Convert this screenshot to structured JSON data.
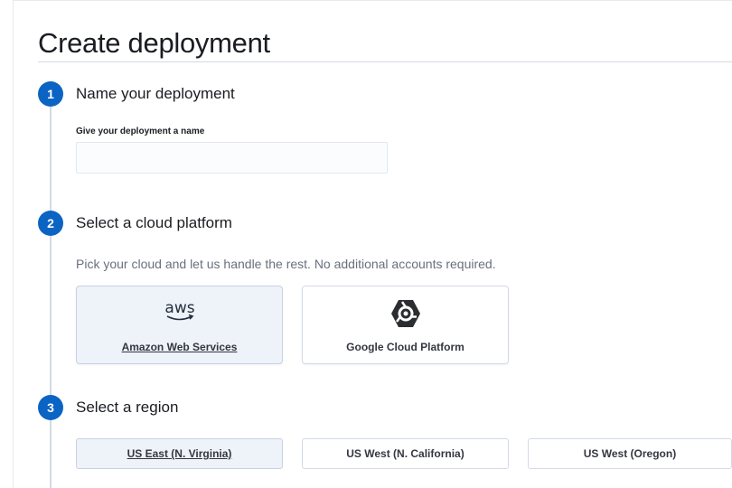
{
  "page": {
    "title": "Create deployment"
  },
  "steps": [
    {
      "number": "1",
      "title": "Name your deployment"
    },
    {
      "number": "2",
      "title": "Select a cloud platform"
    },
    {
      "number": "3",
      "title": "Select a region"
    }
  ],
  "name_step": {
    "field_label": "Give your deployment a name",
    "value": ""
  },
  "cloud_step": {
    "description": "Pick your cloud and let us handle the rest. No additional accounts required.",
    "options": [
      {
        "label": "Amazon Web Services",
        "logo_text": "aws",
        "icon": "aws-logo-icon",
        "selected": true
      },
      {
        "label": "Google Cloud Platform",
        "icon": "google-cloud-logo-icon",
        "selected": false
      }
    ]
  },
  "region_step": {
    "options": [
      {
        "label": "US East (N. Virginia)",
        "selected": true
      },
      {
        "label": "US West (N. California)",
        "selected": false
      },
      {
        "label": "US West (Oregon)",
        "selected": false
      }
    ]
  },
  "colors": {
    "accent": "#0b64c4",
    "selected_bg": "#eef2f9",
    "border": "#d3dae6",
    "muted_text": "#69707d"
  }
}
